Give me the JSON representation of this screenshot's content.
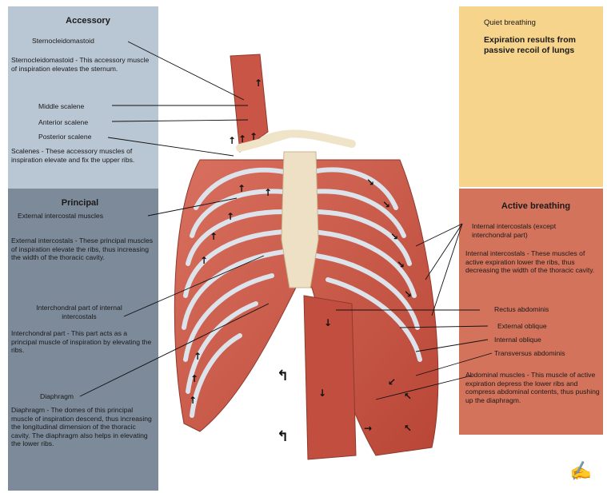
{
  "accessory": {
    "header": "Accessory",
    "scm_label": "Sternocleidomastoid",
    "scm_note": "Sternocleidomastoid - This accessory muscle of inspiration elevates the sternum.",
    "middle_scalene": "Middle scalene",
    "anterior_scalene": "Anterior scalene",
    "posterior_scalene": "Posterior scalene",
    "scalenes_note": "Scalenes - These accessory muscles of inspiration elevate and fix the upper ribs."
  },
  "principal": {
    "header": "Principal",
    "external_label": "External intercostal muscles",
    "external_note": "External intercostals - These principal muscles of inspiration elevate the ribs, thus increasing the width of the thoracic cavity.",
    "interchondral_label": "Interchondral part of internal intercostals",
    "interchondral_note": "Interchondral part - This part acts as a principal muscle of inspiration by elevating the ribs.",
    "diaphragm_label": "Diaphragm",
    "diaphragm_note": "Diaphragm - The domes of this principal muscle of inspiration descend, thus increasing the longitudinal dimension of the thoracic cavity. The diaphragm also helps in elevating the lower ribs."
  },
  "quiet": {
    "header": "Quiet breathing",
    "note": "Expiration results from passive recoil of lungs"
  },
  "active": {
    "header": "Active breathing",
    "internal_label": "Internal intercostals (except interchondral part)",
    "internal_note": "Internal intercostals - These muscles of active expiration lower the ribs, thus decreasing the width of the thoracic cavity.",
    "rectus": "Rectus abdominis",
    "ext_oblique": "External oblique",
    "int_oblique": "Internal oblique",
    "transversus": "Transversus abdominis",
    "abdominal_note": "Abdominal muscles - This muscle of active expiration depress the lower ribs and compress abdominal contents, thus pushing up the diaphragm."
  },
  "colors": {
    "accessory_panel": "#b9c6d3",
    "principal_panel": "#7c8a99",
    "quiet_panel": "#f7d48c",
    "active_panel": "#d4735b",
    "muscle": "#c9564a",
    "bone": "#eee0c4",
    "cartilage": "#c6d3de"
  }
}
